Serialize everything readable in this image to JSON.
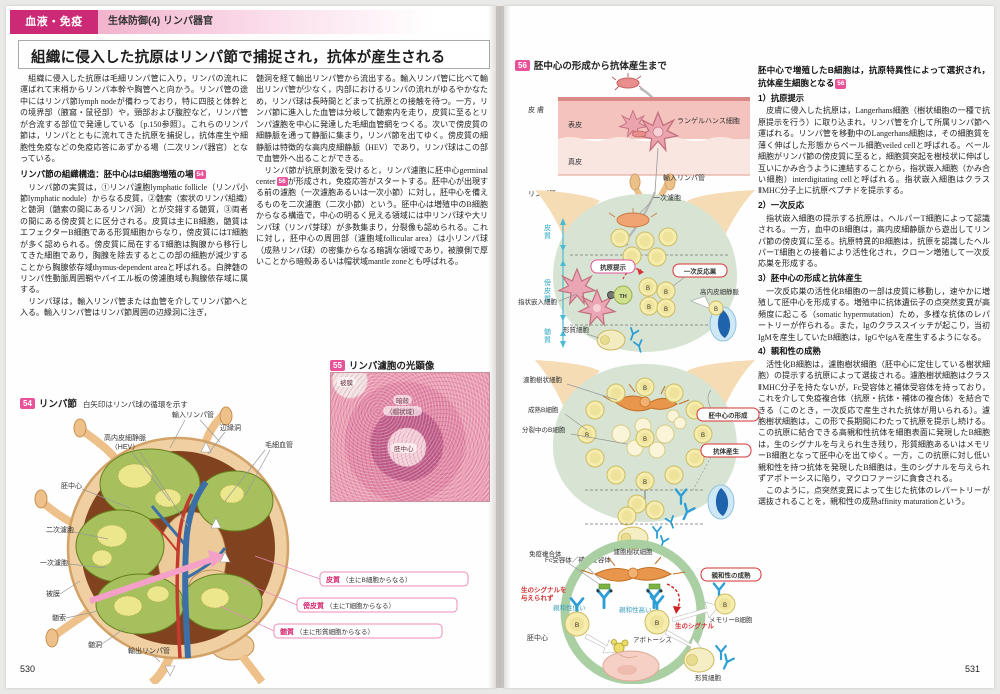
{
  "header": {
    "category": "血液・免疫",
    "section": "生体防御(4) リンパ器官"
  },
  "title": "組織に侵入した抗原はリンパ節で捕捉され，抗体が産生される",
  "left_page": {
    "page_number": "530",
    "col1": {
      "para1": "　組織に侵入した抗原は毛細リンパ管に入り，リンパの流れに運ばれて末梢からリンパ本幹や胸管へと向かう。リンパ管の途中にはリンパ節lymph nodeが備わっており，特に四肢と体幹との境界部（腋窩・鼠径部）や，頸部および腹腔など，リンパ管が合流する部位で発達している〔p.150参照〕。これらのリンパ節は，リンパとともに流れてきた抗原を捕捉し，抗体産生や細胞性免疫などの免疫応答にあずかる場（二次リンパ器官）となっている。",
      "heading": "リンパ節の組織構造：胚中心はB細胞増殖の場",
      "heading_ref": "54",
      "para2": "　リンパ節の実質は，①リンパ濾胞lymphatic follicle（リンパ小節lymphatic nodule）からなる皮質，②髄索（索状のリンパ組織）と髄洞（髄索の間にあるリンパ洞）とが交錯する髄質，③両者の間にある傍皮質とに区分される。皮質は主にB細胞，髄質はエフェクターB細胞である形質細胞からなり，傍皮質にはT細胞が多く認められる。傍皮質に局在するT細胞は胸腺から移行してきた細胞であり，胸腺を除去するとこの部の細胞が減少することから胸腺依存域thymus-dependent areaと呼ばれる。白脾髄のリンパ性動脈周囲鞘やパイエル板の傍濾胞域も胸腺依存域に属する。",
      "para3": "　リンパ球は，輸入リンパ管または血管を介してリンパ節へと入る。輸入リンパ管はリンパ節周囲の辺縁洞に注ぎ，"
    },
    "col2": {
      "para1": "髄洞を経て輸出リンパ管から流出する。輸入リンパ管に比べて輸出リンパ管が少なく，内部におけるリンパの流れがゆるやかなため，リンパ球は長時間とどまって抗原との接触を待つ。一方，リンパ節に進入した血管は分岐して髄索内を走り，皮質に至るとリンパ濾胞を中心に発達した毛細血管網をつくる。次いで傍皮質の細静脈を通って静脈に集まり，リンパ節を出てゆく。傍皮質の細静脈は特徴的な高内皮細静脈（HEV）であり，リンパ球はこの部で血管外へ出ることができる。",
      "para2a": "　リンパ節が抗原刺激を受けると，リンパ濾胞に胚中心germinal center",
      "para2_ref": "56",
      "para2b": "が形成され，免疫応答がスタートする。胚中心が出現する前の濾胞（一次濾胞あるいは一次小節）に対し，胚中心を備えるものを二次濾胞（二次小節）という。胚中心は増殖中のB細胞からなる構造で，中心の明るく見える領域には中リンパ球や大リンパ球（リンパ芽球）が多数集まり，分裂像も認められる。これに対し，胚中心の周囲部（濾胞域follicular area）は小リンパ球（成熟リンパ球）の密集からなる暗調な領域であり，被膜側で厚いことから暗殻あるいは帽状域mantle zoneとも呼ばれる。"
    },
    "fig54": {
      "badge": "54",
      "title": "リンパ節",
      "note": "白矢印はリンパ球の循環を示す",
      "labels": {
        "afferent": "輸入リンパ管",
        "hev1": "高内皮細静脈",
        "hev2": "（HEV）",
        "marginal_sinus": "辺縁洞",
        "capillary": "毛細血管",
        "germinal_center": "胚中心",
        "secondary_follicle": "二次濾胞",
        "primary_follicle": "一次濾胞",
        "capsule": "被膜",
        "medullary_cord": "髄索",
        "medullary_sinus": "髄洞",
        "efferent": "輸出リンパ管",
        "cortex": "皮質",
        "cortex_desc": "（主にB細胞からなる）",
        "paracortex": "傍皮質",
        "paracortex_desc": "（主にT細胞からなる）",
        "medulla": "髄質",
        "medulla_desc": "（主に形質細胞からなる）"
      }
    },
    "fig55": {
      "badge": "55",
      "title": "リンパ濾胞の光顕像",
      "capsule": "被膜",
      "mantle1": "暗殻",
      "mantle2": "（帽状域）",
      "germinal_center": "胚中心"
    }
  },
  "right_page": {
    "page_number": "531",
    "fig56": {
      "badge": "56",
      "title": "胚中心の形成から抗体産生まで",
      "skin": "皮 膚",
      "epidermis": "表皮",
      "dermis": "真皮",
      "langerhans": "ランゲルハンス細胞",
      "afferent": "輸入リンパ管",
      "node": "リンパ節",
      "primary_follicle": "一次濾胞",
      "cortex": "皮質",
      "paracortex": "傍皮質",
      "medulla": "髄質",
      "antigen_presentation": "抗原提示",
      "primary_focus": "一次反応巣",
      "interdigitating": "指状嵌入細胞",
      "th": "TH",
      "b": "B",
      "hev": "高内皮細静脈",
      "plasma_cell": "形質細胞",
      "fdc": "濾胞樹状細胞",
      "mature_b": "成熟B細胞",
      "dividing_b": "分裂中のB細胞",
      "gc_formation": "胚中心の形成",
      "antibody_production": "抗体産生",
      "fc_receptor": "Fc受容体／補体受容体",
      "immune_complex": "免疫複合体",
      "affinity_maturation": "親和性の成熟",
      "no_signal_1": "生のシグナルを",
      "no_signal_2": "与えられず",
      "live_signal": "生のシグナル",
      "low_affinity": "親和性低い",
      "high_affinity": "親和性高い",
      "memory_b": "メモリーB細胞",
      "apoptosis": "アポトーシス",
      "germinal_center": "胚中心"
    },
    "col": {
      "heading": "胚中心で増殖したB細胞は，抗原特異性によって選択され，抗体産生細胞となる",
      "heading_ref": "56",
      "s1_title": "1）抗原提示",
      "s1": "　皮膚に侵入した抗原は，Langerhans細胞（樹状細胞の一種で抗原提示を行う）に取り込まれ，リンパ管を介して所属リンパ節へ運ばれる。リンパ管を移動中のLangerhans細胞は，その細胞質を薄く伸ばした形態からベール細胞veiled cellと呼ばれる。ベール細胞がリンパ節の傍皮質に至ると，細胞質突起を樹枝状に伸ばし互いにかみ合うように連結することから，指状嵌入細胞（かみ合い細胞）interdigitating cellと呼ばれる。指状嵌入細胞はクラスⅡMHC分子上に抗原ペプチドを提示する。",
      "s2_title": "2）一次反応",
      "s2": "　指状嵌入細胞の提示する抗原は，ヘルパーT細胞によって認識される。一方，血中のB細胞は，高内皮細静脈から遊出してリンパ節の傍皮質に至る。抗原特異的B細胞は，抗原を認識したヘルパーT細胞との接着により活性化され，クローン増殖して一次反応巣を形成する。",
      "s3_title": "3）胚中心の形成と抗体産生",
      "s3": "　一次反応巣の活性化B細胞の一部は皮質に移動し，速やかに増殖して胚中心を形成する。増殖中に抗体遺伝子の点突然変異が高頻度に起こる（somatic hypermutation）ため，多様な抗体のレパートリーが作られる。また，Igのクラススイッチが起こり，当初IgMを産生していたB細胞は，IgGやIgAを産生するようになる。",
      "s4_title": "4）親和性の成熟",
      "s4": "　活性化B細胞は，濾胞樹状細胞（胚中心に定住している樹状細胞）の提示する抗原によって選抜される。濾胞樹状細胞はクラスⅡMHC分子を持たないが，Fc受容体と補体受容体を持っており，これを介して免疫複合体（抗原・抗体・補体の複合体）を結合できる（このとき，一次反応で産生された抗体が用いられる）。濾胞樹状細胞は，この形で長期間にわたって抗原を提示し続ける。この抗原に結合できる高親和性抗体を細胞表面に発現したB細胞は，生のシグナルを与えられ生き残り，形質細胞あるいはメモリーB細胞となって胚中心を出てゆく。一方，この抗原に対し低い親和性を持つ抗体を発現したB細胞は，生のシグナルを与えられずアポトーシスに陥り，マクロファージに貪食される。",
      "s5": "　このように，点突然変異によって生じた抗体のレパートリーが選抜されることを，親和性の成熟affinity maturationという。"
    }
  }
}
